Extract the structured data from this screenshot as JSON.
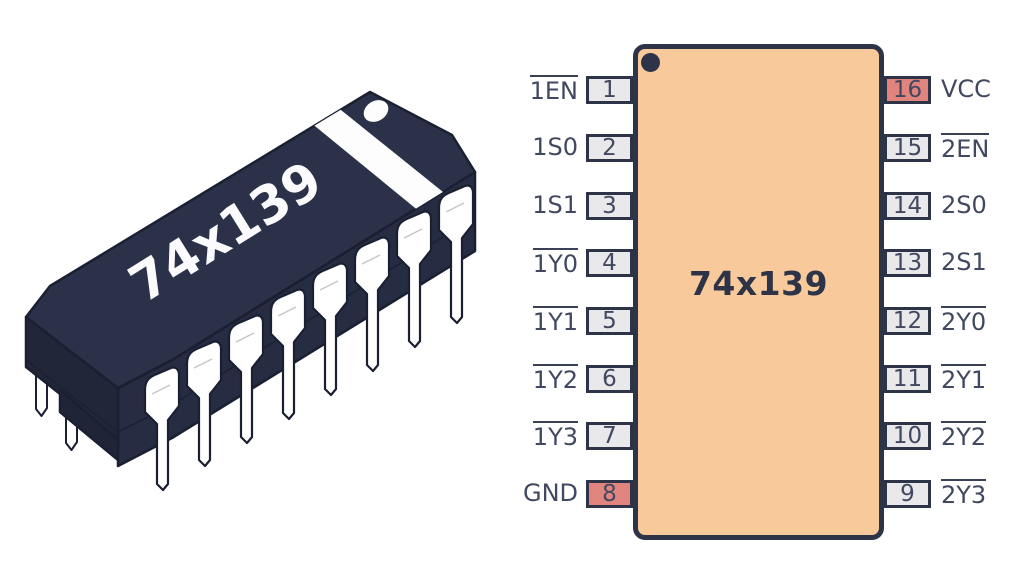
{
  "illustration": {
    "part_label": "74x139"
  },
  "pinout": {
    "chip_title": "74x139",
    "left_pins": [
      {
        "num": "1",
        "label": "1EN",
        "active_low": true,
        "highlight": false
      },
      {
        "num": "2",
        "label": "1S0",
        "active_low": false,
        "highlight": false
      },
      {
        "num": "3",
        "label": "1S1",
        "active_low": false,
        "highlight": false
      },
      {
        "num": "4",
        "label": "1Y0",
        "active_low": true,
        "highlight": false
      },
      {
        "num": "5",
        "label": "1Y1",
        "active_low": true,
        "highlight": false
      },
      {
        "num": "6",
        "label": "1Y2",
        "active_low": true,
        "highlight": false
      },
      {
        "num": "7",
        "label": "1Y3",
        "active_low": true,
        "highlight": false
      },
      {
        "num": "8",
        "label": "GND",
        "active_low": false,
        "highlight": true
      }
    ],
    "right_pins": [
      {
        "num": "16",
        "label": "VCC",
        "active_low": false,
        "highlight": true
      },
      {
        "num": "15",
        "label": "2EN",
        "active_low": true,
        "highlight": false
      },
      {
        "num": "14",
        "label": "2S0",
        "active_low": false,
        "highlight": false
      },
      {
        "num": "13",
        "label": "2S1",
        "active_low": false,
        "highlight": false
      },
      {
        "num": "12",
        "label": "2Y0",
        "active_low": true,
        "highlight": false
      },
      {
        "num": "11",
        "label": "2Y1",
        "active_low": true,
        "highlight": false
      },
      {
        "num": "10",
        "label": "2Y2",
        "active_low": true,
        "highlight": false
      },
      {
        "num": "9",
        "label": "2Y3",
        "active_low": true,
        "highlight": false
      }
    ]
  },
  "colors": {
    "background": "#ffffff",
    "chip_fill": "#f8c99b",
    "outline_navy": "#2e3447",
    "pin_box_fill": "#e9e9ec",
    "power_highlight": "#e2847e",
    "label_text": "#414860",
    "ic_body_dark": "#2b3148",
    "ic_pin_white": "#ffffff"
  }
}
